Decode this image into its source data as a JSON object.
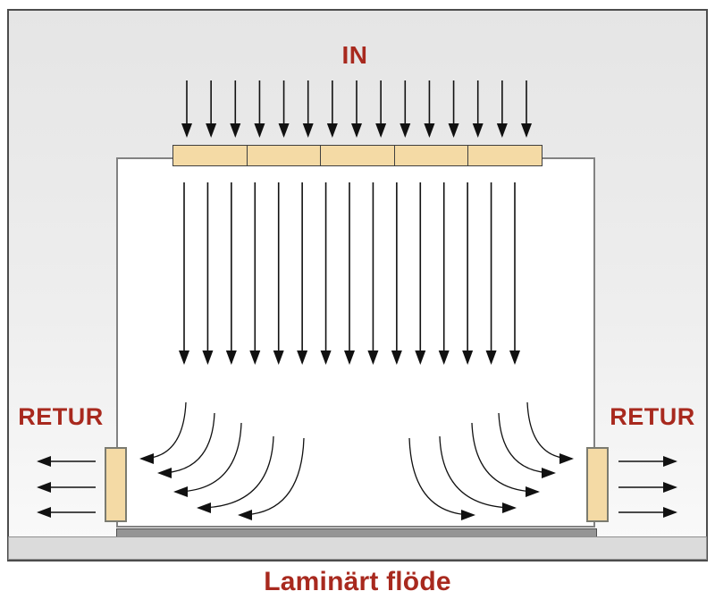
{
  "caption": "Laminärt flöde",
  "labels": {
    "inlet": "IN",
    "return_left": "RETUR",
    "return_right": "RETUR"
  },
  "colors": {
    "accent_red": "#a8291e",
    "filter_fill": "#f4daa5",
    "vent_fill": "#f4daa5",
    "room_fill": "#ffffff",
    "floor_fill": "#dbdbdb",
    "plenum_fill": "#959595",
    "background_top": "#e5e5e5",
    "background_bottom": "#fafafa",
    "arrow_color": "#111111"
  },
  "diagram": {
    "ceiling_arrow_count": 15,
    "room_arrow_count": 15,
    "filter_segment_count": 5,
    "return_arrows_per_side": 3,
    "curved_arrows_per_side": 5
  }
}
